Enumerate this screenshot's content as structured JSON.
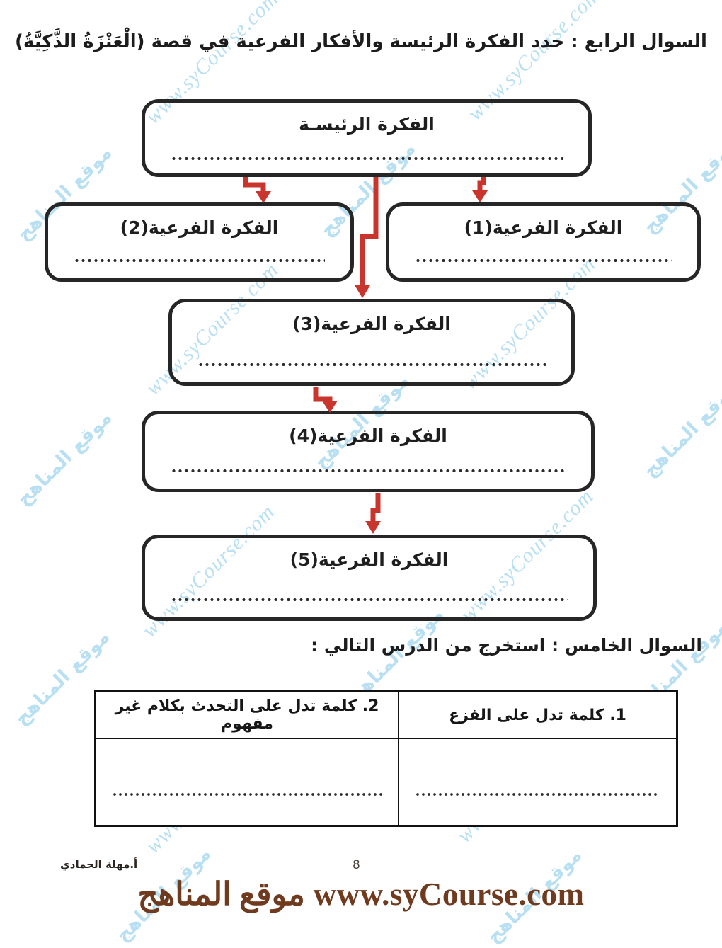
{
  "questions": {
    "q4_title": "السوال الرابع : حدد الفكرة الرئيسة والأفكار الفرعية في قصة (الْعَنْزَةُ الذَّكِيَّةُ)",
    "q5_title": "السوال الخامس : استخرج من الدرس التالي :"
  },
  "diagram": {
    "main_box": {
      "label": "الفكرة الرئيسـة"
    },
    "sub_boxes": [
      {
        "label": "الفكرة الفرعية(1)"
      },
      {
        "label": "الفكرة الفرعية(2)"
      },
      {
        "label": "الفكرة الفرعية(3)"
      },
      {
        "label": "الفكرة الفرعية(4)"
      },
      {
        "label": "الفكرة الفرعية(5)"
      }
    ]
  },
  "table": {
    "headers": [
      "1. كلمة تدل على الفزع",
      "2. كلمة تدل على التحدث بكلام غير مفهوم"
    ]
  },
  "footer": {
    "author": "أ.مهلة الحمادي",
    "page_number": "8",
    "brand_line": "www.syCourse.com موقع المناهج"
  },
  "watermark": {
    "site_en": "www.syCourse.com",
    "site_ar": "موقع المناهج",
    "color": "#b9e0f2"
  },
  "colors": {
    "arrow_red": "#c9342c",
    "box_border": "#262626",
    "brand_brown": "#6f3a1d"
  }
}
